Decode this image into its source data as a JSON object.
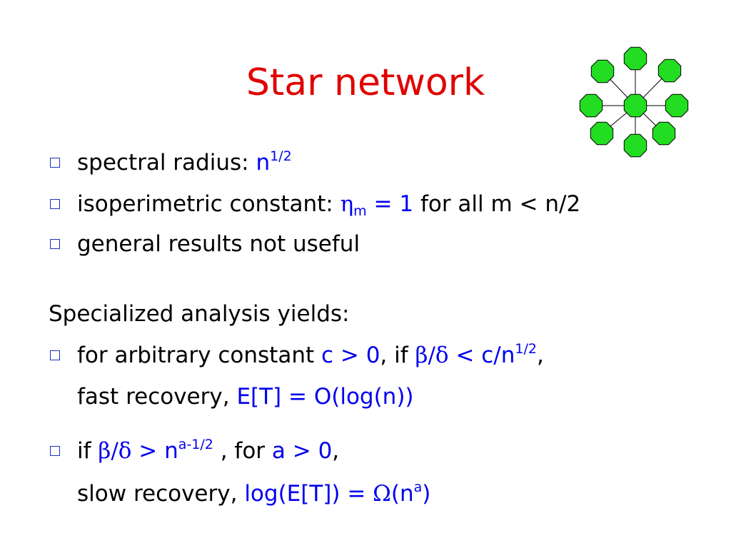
{
  "slide": {
    "title": "Star network",
    "colors": {
      "title": "#e00000",
      "highlight": "#0000ee",
      "bullet": "#1a36b8",
      "node_fill": "#22dd22"
    },
    "diagram_icon": "star-graph-icon",
    "bullets_top": [
      {
        "label": "spectral radius: ",
        "expr_base": "n",
        "expr_sup": "1/2"
      },
      {
        "label": "isoperimetric constant: ",
        "greek": "η",
        "greek_sub": "m",
        "expr": " = 1",
        "suffix": " for all m < n/2"
      },
      {
        "label": "general results not useful"
      }
    ],
    "subheading": "Specialized analysis yields:",
    "bullets_bottom": [
      {
        "lead": "for arbitrary constant ",
        "cond1": "c > 0",
        "mid": ", if ",
        "greek": "β/δ",
        "cond2": " < c/n",
        "cond2_sup": "1/2",
        "tail": ",",
        "line2_text": "fast recovery,  ",
        "line2_expr": "E[T] = O(log(n))"
      },
      {
        "lead": "if ",
        "greek": "β/δ",
        "cond1": " > n",
        "cond1_sup": "a-1/2",
        "mid": " , for ",
        "cond2": "a > 0",
        "tail": ",",
        "line2_text": "slow recovery, ",
        "line2_expr_a": "log(E[T]) = ",
        "line2_greek": "Ω",
        "line2_expr_b": "(n",
        "line2_sup": "a",
        "line2_expr_c": ")"
      }
    ]
  }
}
